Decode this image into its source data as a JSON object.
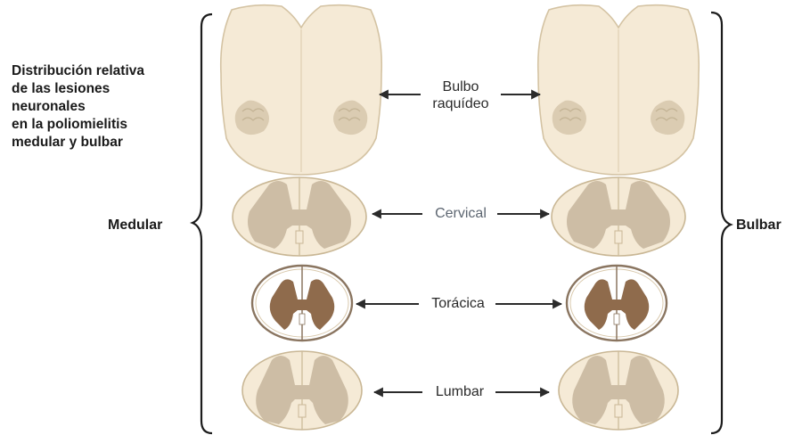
{
  "title_lines": [
    "Distribución relativa",
    "de las lesiones",
    "neuronales",
    "en la poliomielitis",
    "medular y bulbar"
  ],
  "left_group_label": "Medular",
  "right_group_label": "Bulbar",
  "levels": [
    {
      "name": "Bulbo raquídeo",
      "lines": [
        "Bulbo",
        "raquídeo"
      ]
    },
    {
      "name": "Cervical",
      "lines": [
        "Cervical"
      ]
    },
    {
      "name": "Torácica",
      "lines": [
        "Torácica"
      ]
    },
    {
      "name": "Lumbar",
      "lines": [
        "Lumbar"
      ]
    }
  ],
  "colors": {
    "tissue": "#f5ead6",
    "tissue_outline": "#d4c3a3",
    "gray_matter": "#cdbda5",
    "thoracic_gray_matter": "#8f6b4c",
    "lesion": "#b8a88f",
    "arrow": "#2b2b2b",
    "label_text": "#2a2a2a",
    "cervical_label_text": "#5d6671"
  }
}
